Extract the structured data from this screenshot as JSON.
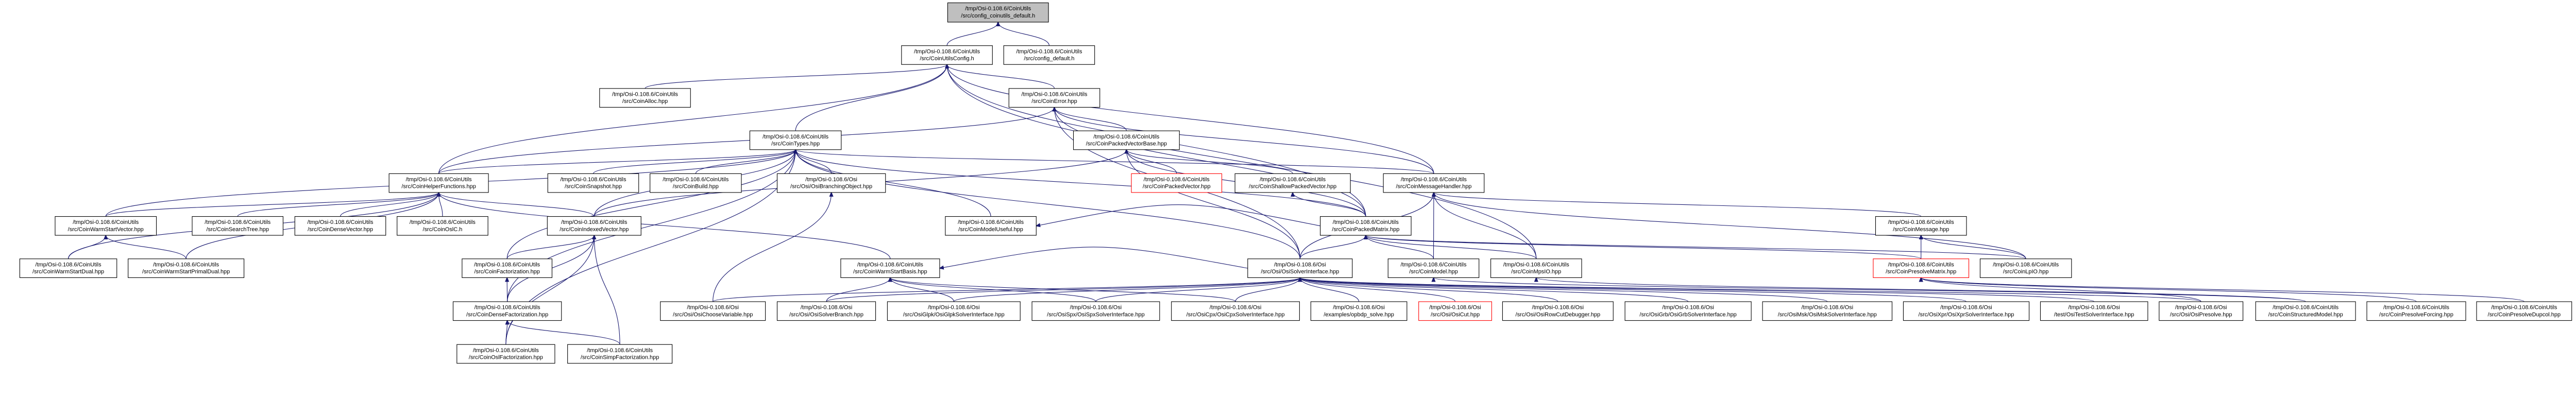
{
  "graph": {
    "edge_color": "#191970",
    "highlight_border_color": "#ff0000",
    "root_fill_color": "#bfbfbf",
    "nodes": [
      {
        "id": "cfgcu",
        "lines": [
          "/tmp/Osi-0.108.6/CoinUtils",
          "/src/config_coinutils_default.h"
        ],
        "style": "root"
      },
      {
        "id": "cuconfig",
        "lines": [
          "/tmp/Osi-0.108.6/CoinUtils",
          "/src/CoinUtilsConfig.h"
        ]
      },
      {
        "id": "cfgdef",
        "lines": [
          "/tmp/Osi-0.108.6/CoinUtils",
          "/src/config_default.h"
        ]
      },
      {
        "id": "alloc",
        "lines": [
          "/tmp/Osi-0.108.6/CoinUtils",
          "/src/CoinAlloc.hpp"
        ]
      },
      {
        "id": "error",
        "lines": [
          "/tmp/Osi-0.108.6/CoinUtils",
          "/src/CoinError.hpp"
        ]
      },
      {
        "id": "types",
        "lines": [
          "/tmp/Osi-0.108.6/CoinUtils",
          "/src/CoinTypes.hpp"
        ]
      },
      {
        "id": "pvb",
        "lines": [
          "/tmp/Osi-0.108.6/CoinUtils",
          "/src/CoinPackedVectorBase.hpp"
        ]
      },
      {
        "id": "helper",
        "lines": [
          "/tmp/Osi-0.108.6/CoinUtils",
          "/src/CoinHelperFunctions.hpp"
        ]
      },
      {
        "id": "snapshot",
        "lines": [
          "/tmp/Osi-0.108.6/CoinUtils",
          "/src/CoinSnapshot.hpp"
        ]
      },
      {
        "id": "build",
        "lines": [
          "/tmp/Osi-0.108.6/CoinUtils",
          "/src/CoinBuild.hpp"
        ]
      },
      {
        "id": "branching",
        "lines": [
          "/tmp/Osi-0.108.6/Osi",
          "/src/Osi/OsiBranchingObject.hpp"
        ]
      },
      {
        "id": "pv",
        "lines": [
          "/tmp/Osi-0.108.6/CoinUtils",
          "/src/CoinPackedVector.hpp"
        ],
        "style": "red"
      },
      {
        "id": "spv",
        "lines": [
          "/tmp/Osi-0.108.6/CoinUtils",
          "/src/CoinShallowPackedVector.hpp"
        ]
      },
      {
        "id": "msghandler",
        "lines": [
          "/tmp/Osi-0.108.6/CoinUtils",
          "/src/CoinMessageHandler.hpp"
        ]
      },
      {
        "id": "wsv",
        "lines": [
          "/tmp/Osi-0.108.6/CoinUtils",
          "/src/CoinWarmStartVector.hpp"
        ]
      },
      {
        "id": "searchtree",
        "lines": [
          "/tmp/Osi-0.108.6/CoinUtils",
          "/src/CoinSearchTree.hpp"
        ]
      },
      {
        "id": "densevec",
        "lines": [
          "/tmp/Osi-0.108.6/CoinUtils",
          "/src/CoinDenseVector.hpp"
        ]
      },
      {
        "id": "oslc",
        "lines": [
          "/tmp/Osi-0.108.6/CoinUtils",
          "/src/CoinOslC.h"
        ]
      },
      {
        "id": "indexed",
        "lines": [
          "/tmp/Osi-0.108.6/CoinUtils",
          "/src/CoinIndexedVector.hpp"
        ]
      },
      {
        "id": "modeluseful",
        "lines": [
          "/tmp/Osi-0.108.6/CoinUtils",
          "/src/CoinModelUseful.hpp"
        ]
      },
      {
        "id": "pm",
        "lines": [
          "/tmp/Osi-0.108.6/CoinUtils",
          "/src/CoinPackedMatrix.hpp"
        ]
      },
      {
        "id": "message",
        "lines": [
          "/tmp/Osi-0.108.6/CoinUtils",
          "/src/CoinMessage.hpp"
        ]
      },
      {
        "id": "wsdual",
        "lines": [
          "/tmp/Osi-0.108.6/CoinUtils",
          "/src/CoinWarmStartDual.hpp"
        ]
      },
      {
        "id": "wspd",
        "lines": [
          "/tmp/Osi-0.108.6/CoinUtils",
          "/src/CoinWarmStartPrimalDual.hpp"
        ]
      },
      {
        "id": "factorization",
        "lines": [
          "/tmp/Osi-0.108.6/CoinUtils",
          "/src/CoinFactorization.hpp"
        ]
      },
      {
        "id": "wsbasis",
        "lines": [
          "/tmp/Osi-0.108.6/CoinUtils",
          "/src/CoinWarmStartBasis.hpp"
        ]
      },
      {
        "id": "osi",
        "lines": [
          "/tmp/Osi-0.108.6/Osi",
          "/src/Osi/OsiSolverInterface.hpp"
        ]
      },
      {
        "id": "model",
        "lines": [
          "/tmp/Osi-0.108.6/CoinUtils",
          "/src/CoinModel.hpp"
        ]
      },
      {
        "id": "mpsio",
        "lines": [
          "/tmp/Osi-0.108.6/CoinUtils",
          "/src/CoinMpsIO.hpp"
        ]
      },
      {
        "id": "presolvematrix",
        "lines": [
          "/tmp/Osi-0.108.6/CoinUtils",
          "/src/CoinPresolveMatrix.hpp"
        ],
        "style": "red"
      },
      {
        "id": "lpio",
        "lines": [
          "/tmp/Osi-0.108.6/CoinUtils",
          "/src/CoinLpIO.hpp"
        ]
      },
      {
        "id": "densefact",
        "lines": [
          "/tmp/Osi-0.108.6/CoinUtils",
          "/src/CoinDenseFactorization.hpp"
        ]
      },
      {
        "id": "choosevar",
        "lines": [
          "/tmp/Osi-0.108.6/Osi",
          "/src/Osi/OsiChooseVariable.hpp"
        ]
      },
      {
        "id": "solverbranch",
        "lines": [
          "/tmp/Osi-0.108.6/Osi",
          "/src/Osi/OsiSolverBranch.hpp"
        ]
      },
      {
        "id": "glpk",
        "lines": [
          "/tmp/Osi-0.108.6/Osi",
          "/src/OsiGlpk/OsiGlpkSolverInterface.hpp"
        ]
      },
      {
        "id": "spx",
        "lines": [
          "/tmp/Osi-0.108.6/Osi",
          "/src/OsiSpx/OsiSpxSolverInterface.hpp"
        ]
      },
      {
        "id": "cpx",
        "lines": [
          "/tmp/Osi-0.108.6/Osi",
          "/src/OsiCpx/OsiCpxSolverInterface.hpp"
        ]
      },
      {
        "id": "opbdp",
        "lines": [
          "/tmp/Osi-0.108.6/Osi",
          "/examples/opbdp_solve.hpp"
        ]
      },
      {
        "id": "cut",
        "lines": [
          "/tmp/Osi-0.108.6/Osi",
          "/src/Osi/OsiCut.hpp"
        ],
        "style": "red"
      },
      {
        "id": "rowcut",
        "lines": [
          "/tmp/Osi-0.108.6/Osi",
          "/src/Osi/OsiRowCutDebugger.hpp"
        ]
      },
      {
        "id": "grb",
        "lines": [
          "/tmp/Osi-0.108.6/Osi",
          "/src/OsiGrb/OsiGrbSolverInterface.hpp"
        ]
      },
      {
        "id": "msk",
        "lines": [
          "/tmp/Osi-0.108.6/Osi",
          "/src/OsiMsk/OsiMskSolverInterface.hpp"
        ]
      },
      {
        "id": "xpr",
        "lines": [
          "/tmp/Osi-0.108.6/Osi",
          "/src/OsiXpr/OsiXprSolverInterface.hpp"
        ]
      },
      {
        "id": "test",
        "lines": [
          "/tmp/Osi-0.108.6/Osi",
          "/test/OsiTestSolverInterface.hpp"
        ]
      },
      {
        "id": "presolve",
        "lines": [
          "/tmp/Osi-0.108.6/Osi",
          "/src/Osi/OsiPresolve.hpp"
        ]
      },
      {
        "id": "structured",
        "lines": [
          "/tmp/Osi-0.108.6/CoinUtils",
          "/src/CoinStructuredModel.hpp"
        ]
      },
      {
        "id": "forcing",
        "lines": [
          "/tmp/Osi-0.108.6/CoinUtils",
          "/src/CoinPresolveForcing.hpp"
        ]
      },
      {
        "id": "dupcol",
        "lines": [
          "/tmp/Osi-0.108.6/CoinUtils",
          "/src/CoinPresolveDupcol.hpp"
        ]
      },
      {
        "id": "oslfact",
        "lines": [
          "/tmp/Osi-0.108.6/CoinUtils",
          "/src/CoinOslFactorization.hpp"
        ]
      },
      {
        "id": "simpfact",
        "lines": [
          "/tmp/Osi-0.108.6/CoinUtils",
          "/src/CoinSimpFactorization.hpp"
        ]
      }
    ],
    "edges": [
      [
        "cuconfig",
        "cfgcu"
      ],
      [
        "cfgdef",
        "cfgcu"
      ],
      [
        "alloc",
        "cuconfig"
      ],
      [
        "error",
        "cuconfig"
      ],
      [
        "types",
        "cuconfig"
      ],
      [
        "helper",
        "cuconfig"
      ],
      [
        "msghandler",
        "cuconfig"
      ],
      [
        "mpsio",
        "cuconfig"
      ],
      [
        "pm",
        "cuconfig"
      ],
      [
        "helper",
        "error"
      ],
      [
        "pvb",
        "error"
      ],
      [
        "osi",
        "error"
      ],
      [
        "msghandler",
        "error"
      ],
      [
        "pm",
        "error"
      ],
      [
        "helper",
        "types"
      ],
      [
        "snapshot",
        "types"
      ],
      [
        "build",
        "types"
      ],
      [
        "branching",
        "types"
      ],
      [
        "wsv",
        "types"
      ],
      [
        "indexed",
        "types"
      ],
      [
        "densefact",
        "types"
      ],
      [
        "factorization",
        "types"
      ],
      [
        "modeluseful",
        "types"
      ],
      [
        "osi",
        "types"
      ],
      [
        "pm",
        "types"
      ],
      [
        "msghandler",
        "types"
      ],
      [
        "oslfact",
        "types"
      ],
      [
        "wsv",
        "helper"
      ],
      [
        "searchtree",
        "helper"
      ],
      [
        "densevec",
        "helper"
      ],
      [
        "oslc",
        "helper"
      ],
      [
        "indexed",
        "helper"
      ],
      [
        "wsdual",
        "helper"
      ],
      [
        "wspd",
        "helper"
      ],
      [
        "wsbasis",
        "helper"
      ],
      [
        "pv",
        "pvb"
      ],
      [
        "spv",
        "pvb"
      ],
      [
        "indexed",
        "pvb"
      ],
      [
        "pm",
        "pvb"
      ],
      [
        "osi",
        "pvb"
      ],
      [
        "pm",
        "spv"
      ],
      [
        "model",
        "msghandler"
      ],
      [
        "mpsio",
        "msghandler"
      ],
      [
        "message",
        "msghandler"
      ],
      [
        "lpio",
        "msghandler"
      ],
      [
        "osi",
        "msghandler"
      ],
      [
        "factorization",
        "indexed"
      ],
      [
        "densefact",
        "indexed"
      ],
      [
        "oslfact",
        "indexed"
      ],
      [
        "simpfact",
        "indexed"
      ],
      [
        "densefact",
        "factorization"
      ],
      [
        "oslfact",
        "densefact"
      ],
      [
        "simpfact",
        "densefact"
      ],
      [
        "wsdual",
        "wsv"
      ],
      [
        "wspd",
        "wsv"
      ],
      [
        "choosevar",
        "branching"
      ],
      [
        "solverbranch",
        "wsbasis"
      ],
      [
        "glpk",
        "wsbasis"
      ],
      [
        "spx",
        "wsbasis"
      ],
      [
        "cpx",
        "wsbasis"
      ],
      [
        "osi",
        "wsbasis"
      ],
      [
        "pm",
        "modeluseful"
      ],
      [
        "osi",
        "pm"
      ],
      [
        "model",
        "pm"
      ],
      [
        "mpsio",
        "pm"
      ],
      [
        "presolvematrix",
        "pm"
      ],
      [
        "lpio",
        "pm"
      ],
      [
        "presolvematrix",
        "message"
      ],
      [
        "lpio",
        "message"
      ],
      [
        "choosevar",
        "osi"
      ],
      [
        "solverbranch",
        "osi"
      ],
      [
        "glpk",
        "osi"
      ],
      [
        "spx",
        "osi"
      ],
      [
        "cpx",
        "osi"
      ],
      [
        "opbdp",
        "osi"
      ],
      [
        "cut",
        "osi"
      ],
      [
        "rowcut",
        "osi"
      ],
      [
        "grb",
        "osi"
      ],
      [
        "msk",
        "osi"
      ],
      [
        "xpr",
        "osi"
      ],
      [
        "test",
        "osi"
      ],
      [
        "presolve",
        "osi"
      ],
      [
        "structured",
        "mpsio"
      ],
      [
        "structured",
        "model"
      ],
      [
        "forcing",
        "presolvematrix"
      ],
      [
        "dupcol",
        "presolvematrix"
      ],
      [
        "presolve",
        "presolvematrix"
      ]
    ]
  }
}
